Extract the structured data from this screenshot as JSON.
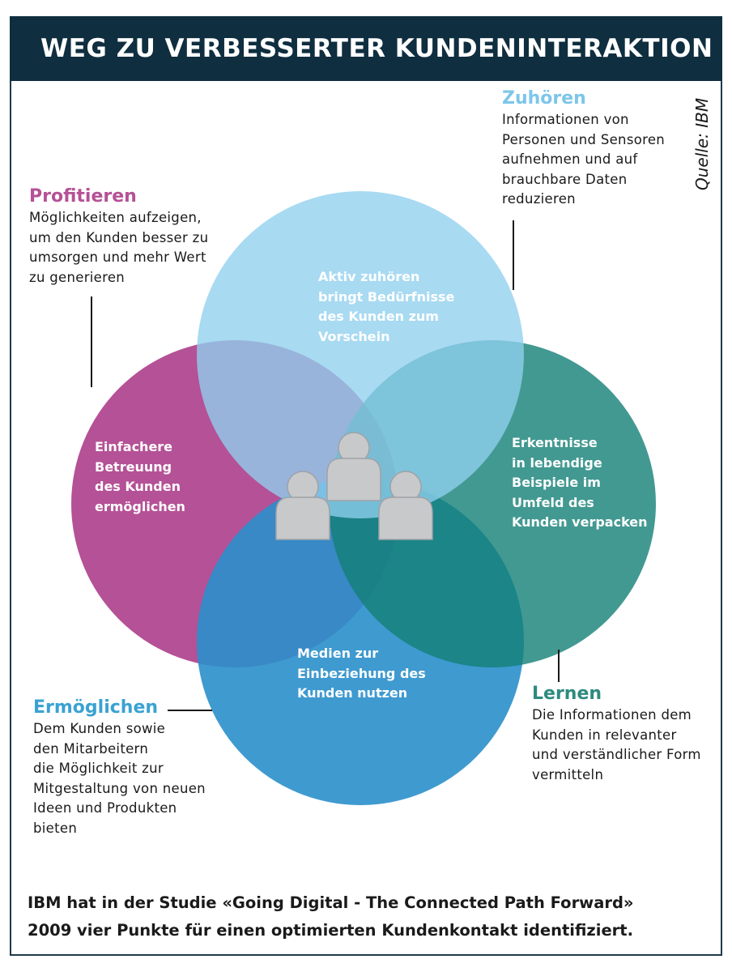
{
  "header": {
    "title": "WEG ZU VERBESSERTER KUNDENINTERAKTION"
  },
  "source": "Quelle: IBM",
  "colors": {
    "header_bg": "#0f2e3f",
    "zuhoeren": "#8fd0ee",
    "profitieren": "#b55196",
    "lernen": "#2e8a7f",
    "ermoeglichen": "#3aa2d2",
    "people_icon": "#c8c9cb"
  },
  "blocks": {
    "zuhoeren": {
      "title": "Zuhören",
      "text": "Informationen von\nPersonen und Sensoren\naufnehmen und auf\nbrauchbare Daten\nreduzieren",
      "inner": "Aktiv zuhören\nbringt Bedürfnisse\ndes Kunden zum\nVorschein"
    },
    "profitieren": {
      "title": "Profitieren",
      "text": "Möglichkeiten aufzeigen,\num den Kunden besser zu\numsorgen und mehr Wert\nzu generieren",
      "inner": "Einfachere\nBetreuung\ndes Kunden\nermöglichen"
    },
    "lernen": {
      "title": "Lernen",
      "text": "Die Informationen dem\nKunden in relevanter\nund verständlicher Form\nvermitteln",
      "inner": "Erkentnisse\nin lebendige\nBeispiele im\nUmfeld des\nKunden verpacken"
    },
    "ermoeglichen": {
      "title": "Ermöglichen",
      "text": "Dem Kunden sowie\nden Mitarbeitern\ndie Möglichkeit zur\nMitgestaltung von neuen\nIdeen und Produkten\nbieten",
      "inner": "Medien zur\nEinbeziehung des\nKunden nutzen"
    }
  },
  "icons": {
    "center": "people-group-icon"
  },
  "footer": "IBM hat in der Studie «Going Digital - The Connected Path Forward»\n2009 vier Punkte für einen optimierten Kundenkontakt identifiziert."
}
